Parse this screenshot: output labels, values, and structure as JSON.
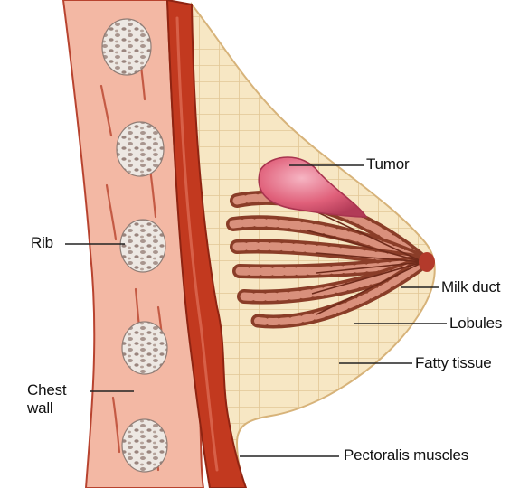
{
  "labels": {
    "tumor": "Tumor",
    "rib": "Rib",
    "milk_duct": "Milk duct",
    "lobules": "Lobules",
    "fatty_tissue": "Fatty tissue",
    "chest_wall_line1": "Chest",
    "chest_wall_line2": "wall",
    "pectoralis_muscles": "Pectoralis muscles"
  },
  "colors": {
    "chest_wall": "#f3b8a4",
    "chest_wall_outline": "#b8432f",
    "rib": "#e9e4df",
    "rib_spots": "#9c8982",
    "muscle": "#c2391f",
    "muscle_dark": "#8f2412",
    "fatty_tissue": "#f7e7c4",
    "fat_grid": "#e3c998",
    "lobule": "#c77a6a",
    "lobule_dark": "#8a3d28",
    "tumor": "#e0607a",
    "nipple": "#b33a2b",
    "leader_line": "#222222"
  }
}
